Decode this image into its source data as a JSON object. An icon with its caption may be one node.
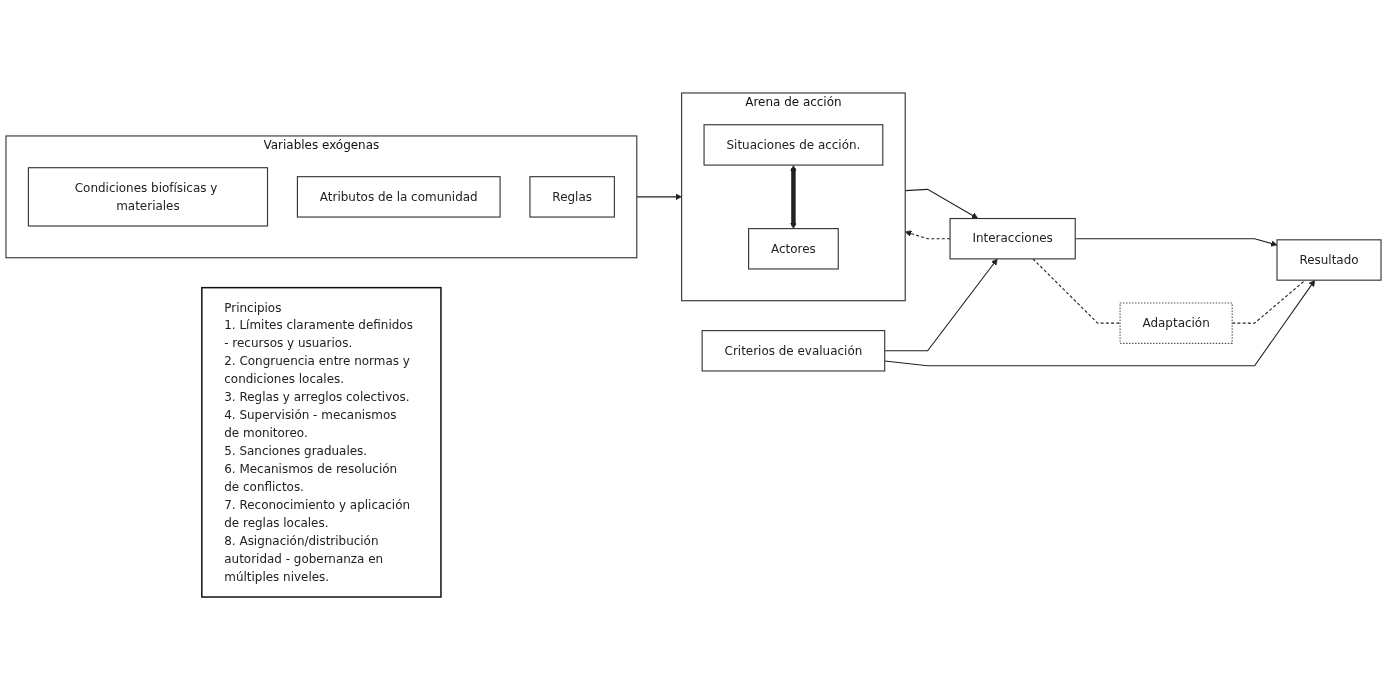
{
  "diagram": {
    "nodes": [
      {
        "text": [
          "Variables exógenas"
        ]
      },
      {
        "text": [
          "Condiciones biofísicas y materiales"
        ],
        "in": 0
      },
      {
        "text": [
          "Atributos de la comunidad"
        ],
        "in": 0
      },
      {
        "text": [
          "Reglas"
        ],
        "in": 0
      },
      {
        "text": [
          "Arena de acción"
        ]
      },
      {
        "text": [
          "Situaciones de acción."
        ],
        "in": 4
      },
      {
        "text": [
          "Actores"
        ],
        "in": 4
      },
      {
        "text": [
          "Interacciones"
        ]
      },
      {
        "text": [
          "Adaptación"
        ]
      },
      {
        "text": [
          "Resultado"
        ]
      },
      {
        "text": [
          "Criterios de evaluación"
        ]
      },
      {
        "text": [
          "Principios",
          "1. Límites claramente definidos - recursos y usuarios.",
          "2. Congruencia entre normas y condiciones locales.",
          "3. Reglas y arreglos colectivos.",
          "4. Supervisión - mecanismos de monitoreo.",
          "5. Sanciones graduales.",
          "6. Mecanismos de resolución de conflictos.",
          "7. Reconocimiento y aplicación de reglas locales.",
          "8. Asignación/distribución autoridad - gobernanza en múltiples niveles."
        ]
      }
    ],
    "edges": [
      {
        "from": 0,
        "to": 4,
        "arrow": "to"
      },
      {
        "from": 5,
        "to": 6,
        "arrow": "both",
        "style": "thick"
      },
      {
        "from": 4,
        "to": 7,
        "arrow": "to"
      },
      {
        "from": 7,
        "to": 4,
        "arrow": "to",
        "style": "dashed"
      },
      {
        "from": 7,
        "to": 9,
        "arrow": "to"
      },
      {
        "from": 7,
        "to": 8,
        "arrow": "none",
        "style": "dashed"
      },
      {
        "from": 8,
        "to": 9,
        "arrow": "none",
        "style": "dashed"
      },
      {
        "from": 10,
        "to": 7,
        "arrow": "to"
      },
      {
        "from": 10,
        "to": 9,
        "arrow": "to"
      }
    ]
  }
}
